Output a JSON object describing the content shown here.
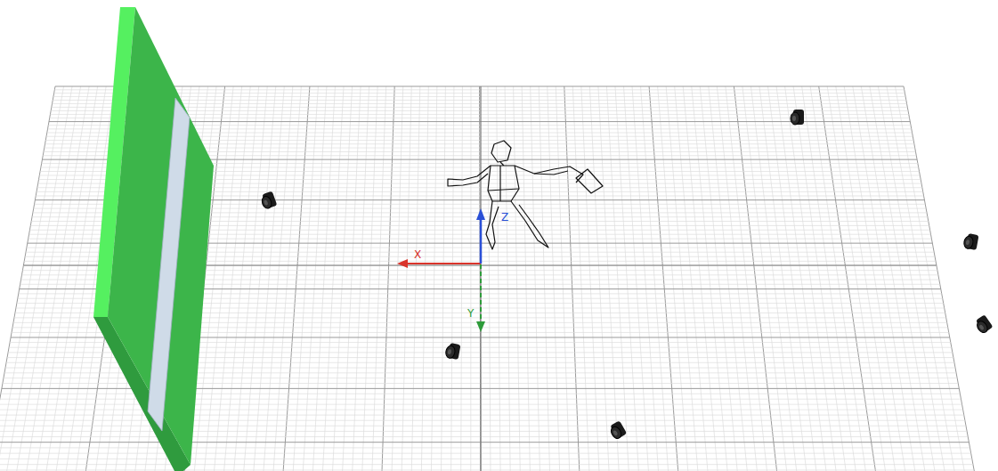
{
  "diagram": {
    "labels": [
      "X",
      "Y",
      "Z"
    ]
  }
}
